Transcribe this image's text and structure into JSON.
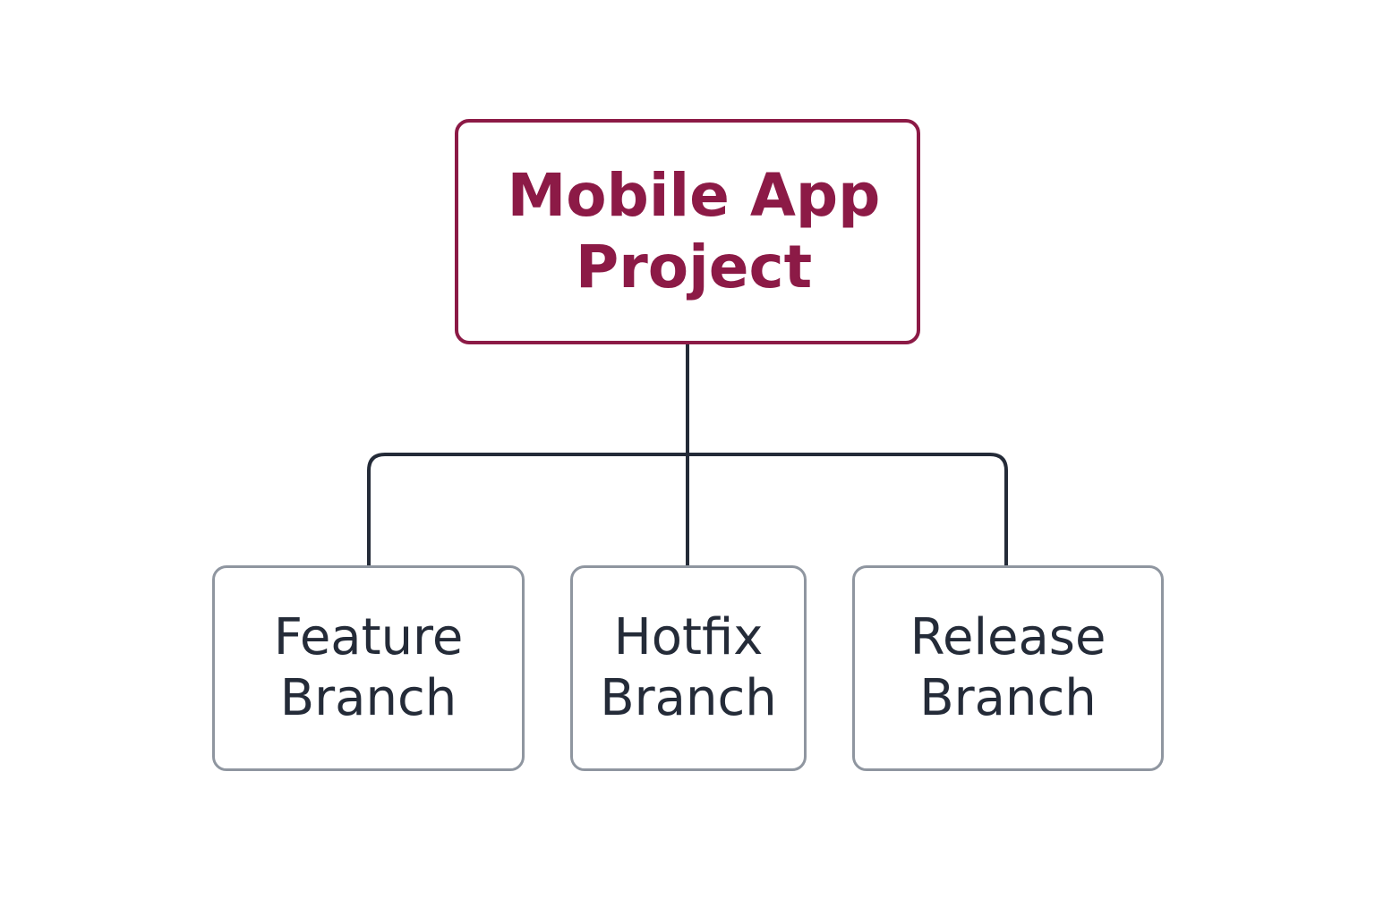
{
  "diagram": {
    "colors": {
      "root_accent": "#8c1a46",
      "child_border": "#8f96a0",
      "child_text": "#242b38",
      "connector": "#242b38",
      "background": "#ffffff"
    },
    "root": {
      "lines": [
        "Mobile App",
        "Project"
      ]
    },
    "children": [
      {
        "id": "feature",
        "lines": [
          "Feature",
          "Branch"
        ]
      },
      {
        "id": "hotfix",
        "lines": [
          "Hotfix",
          "Branch"
        ]
      },
      {
        "id": "release",
        "lines": [
          "Release",
          "Branch"
        ]
      }
    ],
    "edges": [
      {
        "from": "root",
        "to": "feature"
      },
      {
        "from": "root",
        "to": "hotfix"
      },
      {
        "from": "root",
        "to": "release"
      }
    ]
  }
}
